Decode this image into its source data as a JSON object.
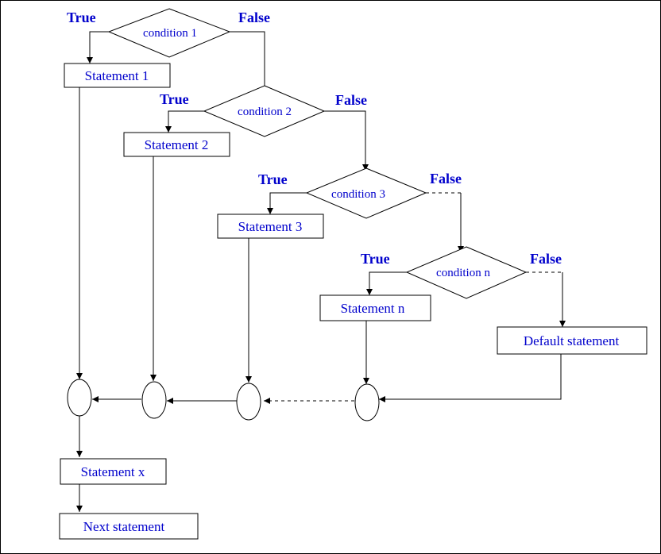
{
  "conditions": {
    "c1": "condition 1",
    "c2": "condition 2",
    "c3": "condition 3",
    "cn": "condition n"
  },
  "statements": {
    "s1": "Statement 1",
    "s2": "Statement 2",
    "s3": "Statement 3",
    "sn": "Statement n",
    "default": "Default statement",
    "sx": "Statement x",
    "next": "Next statement"
  },
  "labels": {
    "true": "True",
    "false": "False"
  },
  "colors": {
    "text": "#0000cc",
    "lines": "#000000",
    "border": "#000000"
  }
}
